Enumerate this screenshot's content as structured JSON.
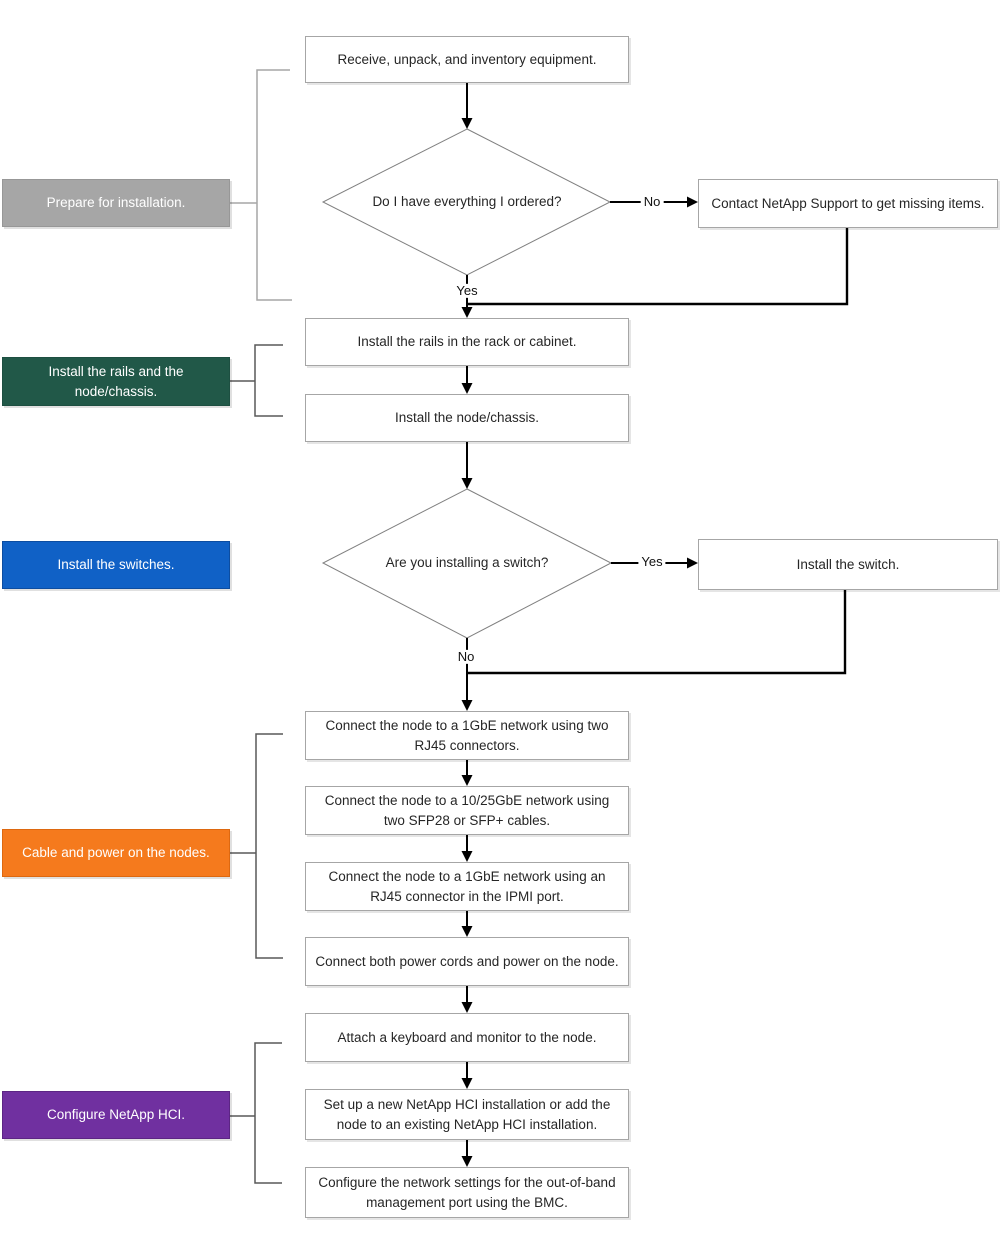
{
  "diagram": {
    "title": "NetApp HCI installation flowchart",
    "stages": [
      {
        "label": "Prepare for installation.",
        "fill": "#a6a6a6",
        "border": "#979797"
      },
      {
        "label": "Install the rails and the node/chassis.",
        "fill": "#215848",
        "border": "#17433663"
      },
      {
        "label": "Install the switches.",
        "fill": "#1061c6",
        "border": "#0c4da1"
      },
      {
        "label": "Cable and power on the nodes.",
        "fill": "#f57a1d",
        "border": "#dd6810"
      },
      {
        "label": "Configure NetApp HCI.",
        "fill": "#7030a0",
        "border": "#5c2584"
      }
    ],
    "steps": {
      "receive": "Receive, unpack, and inventory equipment.",
      "install_rails": "Install the rails in the rack or cabinet.",
      "install_node": "Install the node/chassis.",
      "connect_1gbe": "Connect the node to a 1GbE network using two RJ45 connectors.",
      "connect_10_25gbe": "Connect the node to a 10/25GbE network using two SFP28 or SFP+ cables.",
      "connect_ipmi": "Connect the node to a 1GbE network using an RJ45 connector in the IPMI port.",
      "connect_power": "Connect both power cords and power on the node.",
      "attach_keyboard": "Attach a keyboard and monitor to the node.",
      "setup_hci": "Set up a new NetApp HCI installation or add the node to an existing NetApp HCI installation.",
      "configure_bmc": "Configure the network settings for the out-of-band management port using the BMC."
    },
    "decisions": {
      "have_everything": "Do I have everything I ordered?",
      "installing_switch": "Are you installing a switch?"
    },
    "side_steps": {
      "contact_support": "Contact NetApp Support to get missing items.",
      "install_switch": "Install the switch."
    },
    "edge_labels": {
      "d1_no": "No",
      "d1_yes": "Yes",
      "d2_yes": "Yes",
      "d2_no": "No"
    },
    "colors": {
      "flow_line": "#000000",
      "shape_outline": "#808080",
      "bracket_light": "#a6a6a6",
      "bracket_dark": "#595959"
    }
  }
}
